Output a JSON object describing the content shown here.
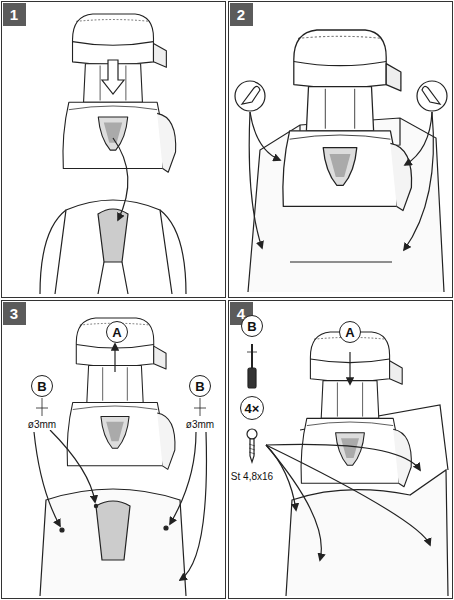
{
  "diagram": {
    "nodes": [
      {
        "text": [
          "1"
        ]
      },
      {
        "text": [
          "2"
        ]
      },
      {
        "text": [
          "3"
        ]
      },
      {
        "text": [
          "B"
        ]
      },
      {
        "text": [
          "A"
        ]
      },
      {
        "text": [
          "B"
        ]
      },
      {
        "text": [
          "4"
        ]
      },
      {
        "text": [
          "B"
        ]
      },
      {
        "text": [
          "A"
        ]
      },
      {
        "text": [
          "4×"
        ]
      }
    ],
    "labels": [
      "ø3mm",
      "ø3mm",
      "St 4,8x16"
    ]
  }
}
